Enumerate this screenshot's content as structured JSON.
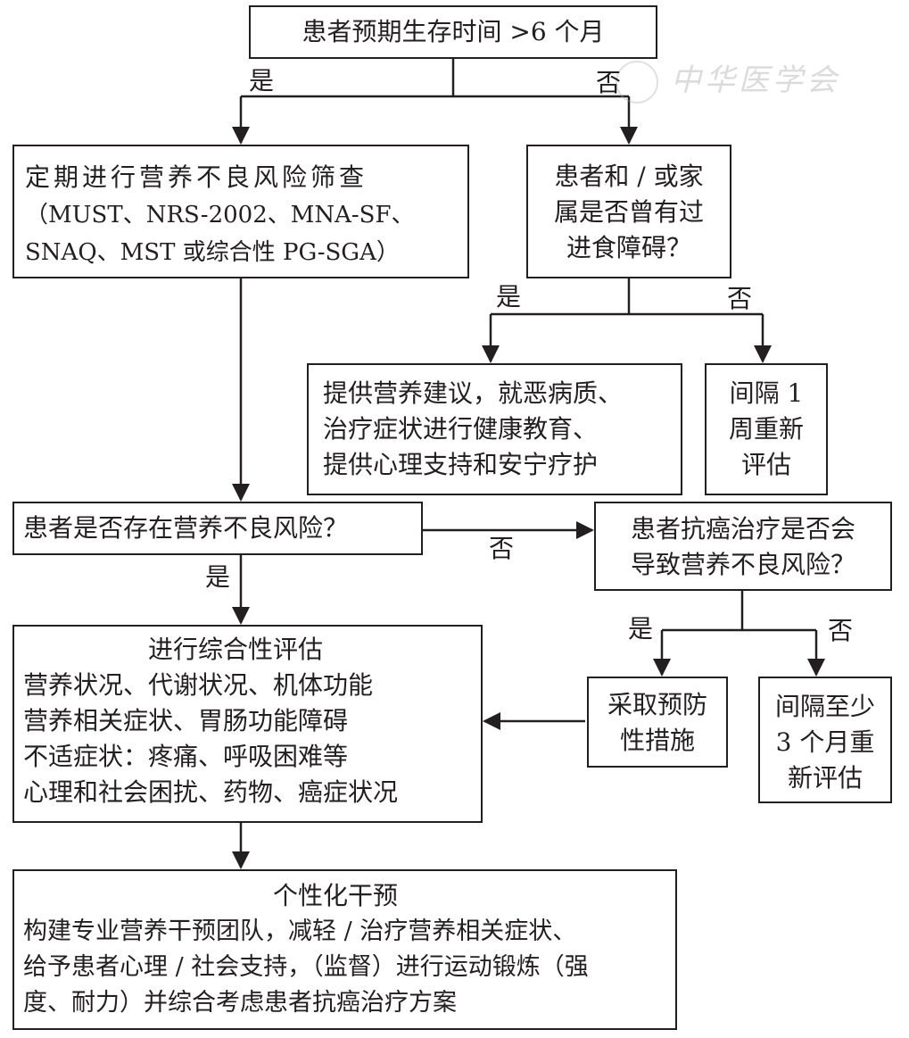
{
  "watermark": "中华医学会",
  "nodes": {
    "top": [
      "患者预期生存时间 >6 个月"
    ],
    "screen": [
      "定期进行营养不良风险筛查",
      "（MUST、NRS-2002、MNA-SF、",
      "SNAQ、MST 或综合性 PG-SGA）"
    ],
    "eating": [
      "患者和 / 或家",
      "属是否曾有过",
      "进食障碍？"
    ],
    "advice": [
      "提供营养建议，就恶病质、",
      "治疗症状进行健康教育、",
      "提供心理支持和安宁疗护"
    ],
    "week": [
      "间隔 1",
      "周重新",
      "评估"
    ],
    "risk": [
      "患者是否存在营养不良风险？"
    ],
    "therapy": [
      "患者抗癌治疗是否会",
      "导致营养不良风险？"
    ],
    "prevent": [
      "采取预防",
      "性措施"
    ],
    "month3": [
      "间隔至少",
      "3 个月重",
      "新评估"
    ],
    "assess": [
      "进行综合性评估",
      "营养状况、代谢状况、机体功能",
      "营养相关症状、胃肠功能障碍",
      "不适症状：疼痛、呼吸困难等",
      "心理和社会困扰、药物、癌症状况"
    ],
    "intervene": [
      "个性化干预",
      "构建专业营养干预团队，减轻 / 治疗营养相关症状、",
      "给予患者心理 / 社会支持，（监督）进行运动锻炼（强",
      "度、耐力）并综合考虑患者抗癌治疗方案"
    ]
  },
  "labels": {
    "yes1": "是",
    "no1": "否",
    "yes2": "是",
    "no2": "否",
    "no3": "否",
    "yes3": "是",
    "yes4": "是",
    "no4": "否"
  }
}
